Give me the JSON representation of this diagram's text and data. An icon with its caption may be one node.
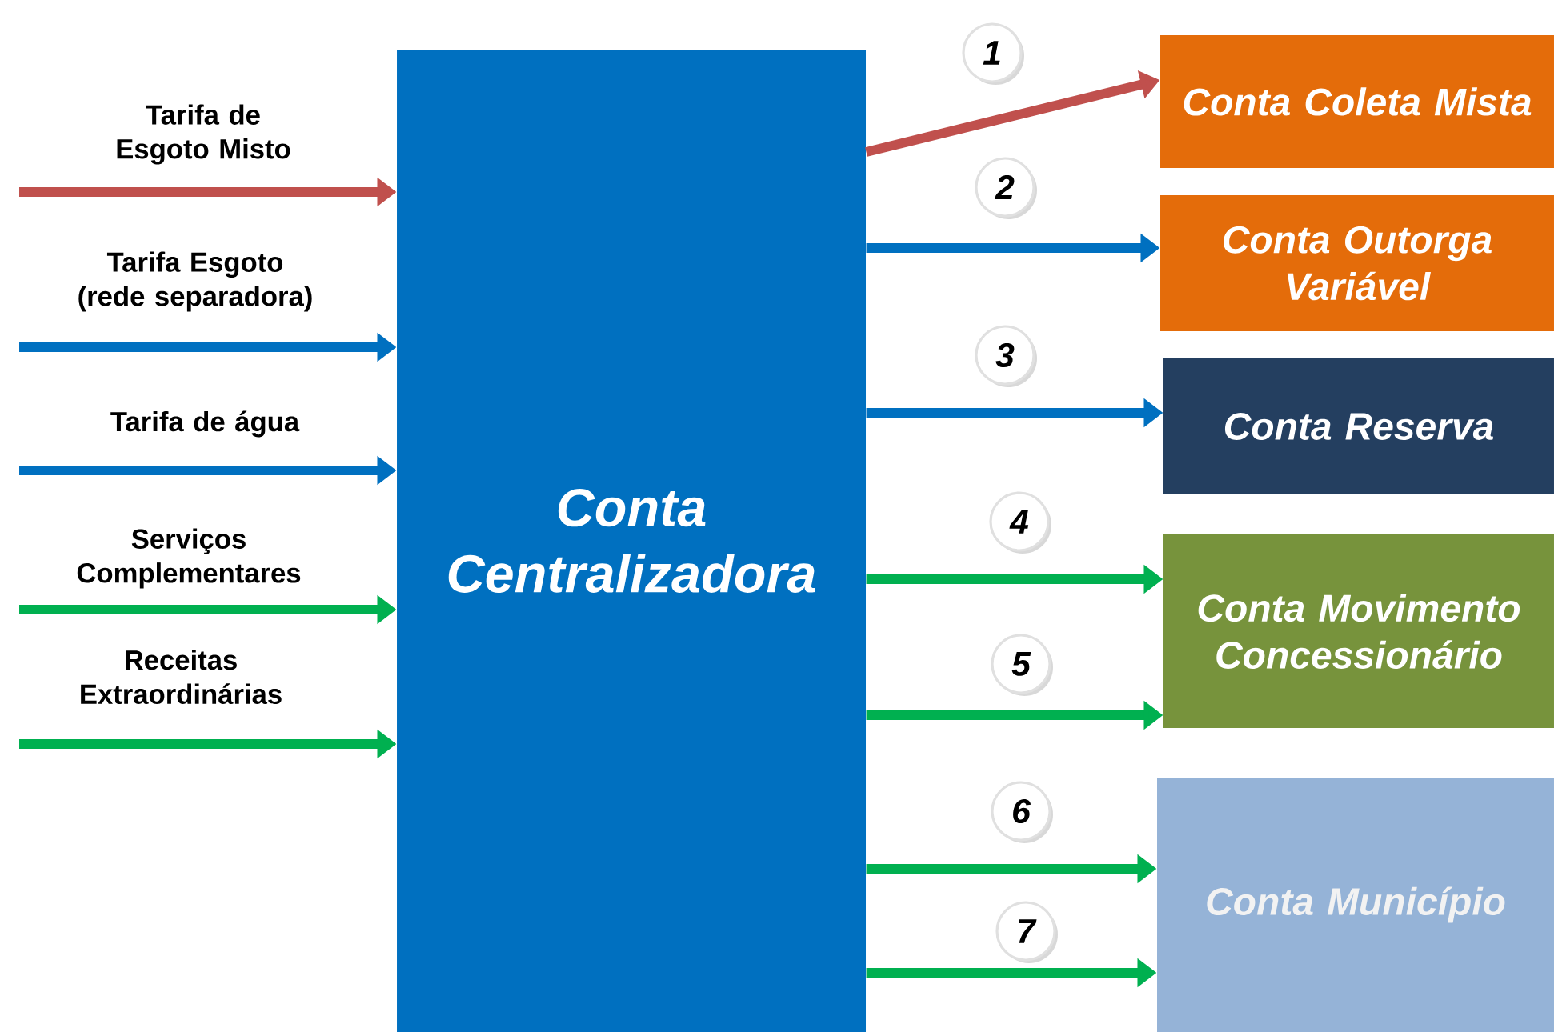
{
  "diagram": {
    "nodes": [
      {
        "text": [
          "Conta Centralizadora"
        ]
      },
      {
        "text": [
          "Conta Coleta Mista"
        ]
      },
      {
        "text": [
          "Conta Outorga Variável"
        ]
      },
      {
        "text": [
          "Conta Reserva"
        ]
      },
      {
        "text": [
          "Conta Movimento Concessionário"
        ]
      },
      {
        "text": [
          "Conta Município"
        ]
      }
    ],
    "edges": [
      {
        "from": null,
        "to": 0,
        "arrow": "to",
        "label": "Tarifa de Esgoto Misto",
        "color": "#c0504d"
      },
      {
        "from": null,
        "to": 0,
        "arrow": "to",
        "label": "Tarifa Esgoto (rede separadora)",
        "color": "#0070c0"
      },
      {
        "from": null,
        "to": 0,
        "arrow": "to",
        "label": "Tarifa de água",
        "color": "#0070c0"
      },
      {
        "from": null,
        "to": 0,
        "arrow": "to",
        "label": "Serviços Complementares"
      },
      {
        "from": null,
        "to": 0,
        "arrow": "to",
        "label": "Receitas Extraordinárias"
      },
      {
        "from": 0,
        "to": 1,
        "arrow": "to",
        "label": "1",
        "color": "#c0504d"
      },
      {
        "from": 0,
        "to": 2,
        "arrow": "to",
        "label": "2",
        "color": "#0070c0"
      },
      {
        "from": 0,
        "to": 3,
        "arrow": "to",
        "label": "3",
        "color": "#0070c0"
      },
      {
        "from": 0,
        "to": 4,
        "arrow": "to",
        "label": "4"
      },
      {
        "from": 0,
        "to": 4,
        "arrow": "to",
        "label": "5"
      },
      {
        "from": 0,
        "to": 5,
        "arrow": "to",
        "label": "6"
      },
      {
        "from": 0,
        "to": 5,
        "arrow": "to",
        "label": "7"
      }
    ]
  }
}
